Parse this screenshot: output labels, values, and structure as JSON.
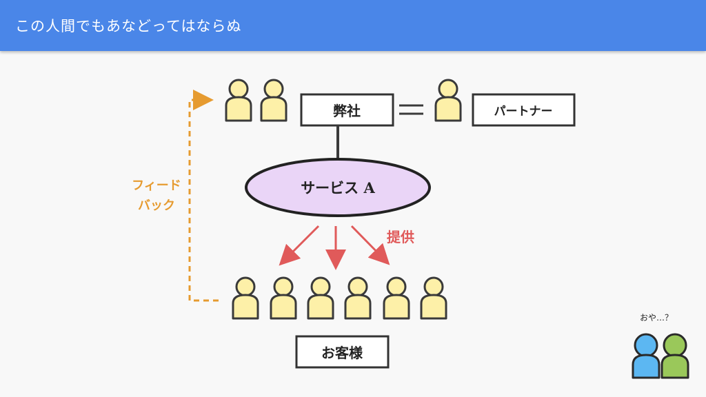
{
  "header": {
    "title": "この人間でもあなどってはならぬ"
  },
  "diagram": {
    "company_label": "弊社",
    "partner_label": "パートナー",
    "service_label": "サービス A",
    "customer_label": "お客様",
    "provide_label": "提供",
    "feedback_label_line1": "フィード",
    "feedback_label_line2": "バック"
  },
  "aside": {
    "caption": "おや…？"
  },
  "colors": {
    "header_bg": "#4a86e8",
    "person_fill": "#fdf0a8",
    "service_fill": "#ead5f7",
    "provide_arrow": "#e05a5a",
    "feedback_arrow": "#e69b30",
    "person_blue": "#5cb7f2",
    "person_green": "#9ac85a"
  },
  "icons": [
    "person-icon",
    "equals-sign",
    "arrow-icon"
  ]
}
